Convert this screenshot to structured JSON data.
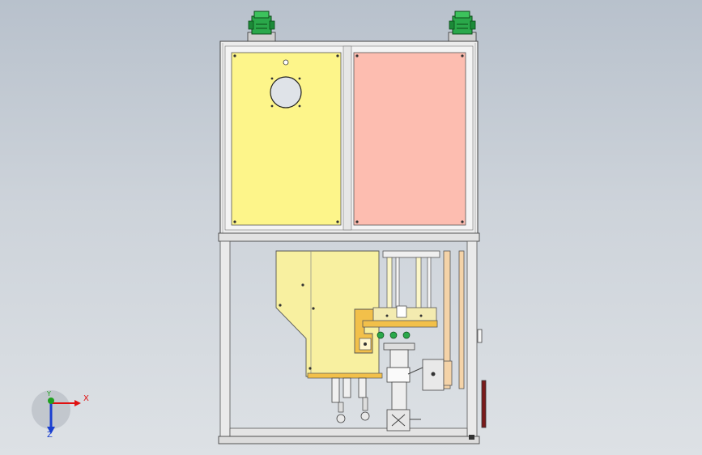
{
  "viewport": {
    "background_top": "#b8c1cc",
    "background_bottom": "#dde1e5"
  },
  "machine": {
    "frame_color": "#e8e8e8",
    "left_panel_color": "#fdf58a",
    "right_panel_color": "#fdbdb0",
    "lower_module_color": "#f8f0a0",
    "bracket_color": "#f2c04a",
    "motor_color": "#2aa84a"
  },
  "triad": {
    "x_label": "X",
    "y_label": "Y",
    "z_label": "Z",
    "x_color": "#e01010",
    "y_color": "#1fa01f",
    "z_color": "#1a3fd0"
  }
}
